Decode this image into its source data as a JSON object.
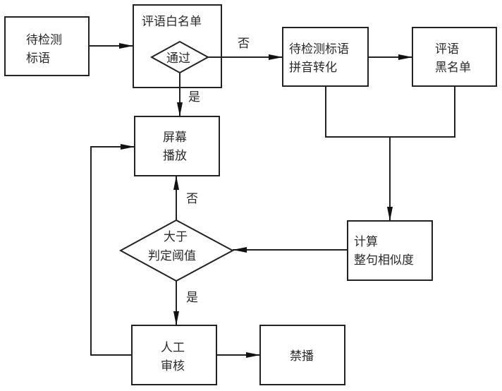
{
  "nodes": {
    "input_slogan": {
      "lines": [
        "待检测",
        "标语"
      ]
    },
    "whitelist": {
      "title": "评语白名单"
    },
    "whitelist_check": {
      "label": "通过"
    },
    "pinyin": {
      "lines": [
        "待检测标语",
        "拼音转化"
      ]
    },
    "blacklist": {
      "lines": [
        "评语",
        "黑名单"
      ]
    },
    "screen_play": {
      "lines": [
        "屏幕",
        "播放"
      ]
    },
    "threshold": {
      "lines": [
        "大于",
        "判定阈值"
      ]
    },
    "similarity": {
      "lines": [
        "计算",
        "整句相似度"
      ]
    },
    "manual_review": {
      "lines": [
        "人工",
        "审核"
      ]
    },
    "ban": {
      "label": "禁播"
    }
  },
  "edge_labels": {
    "whitelist_no": "否",
    "whitelist_yes": "是",
    "threshold_no": "否",
    "threshold_yes": "是"
  }
}
